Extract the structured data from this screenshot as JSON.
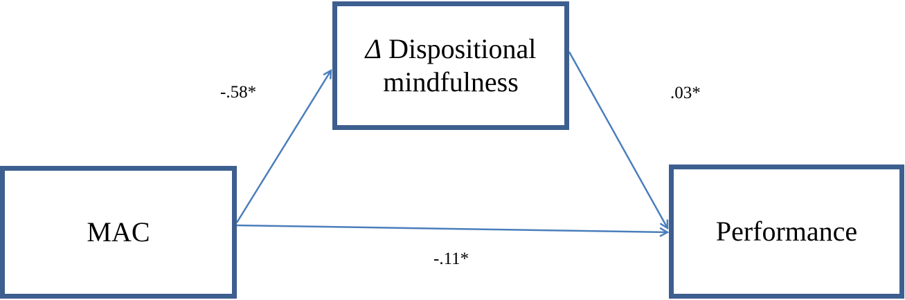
{
  "diagram": {
    "nodes": {
      "predictor": {
        "label": "MAC"
      },
      "mediator": {
        "delta_symbol": "Δ",
        "line1": "Dispositional",
        "line2": "mindfulness"
      },
      "outcome": {
        "label": "Performance"
      }
    },
    "paths": {
      "predictor_to_mediator": {
        "coefficient": "-.58*"
      },
      "mediator_to_outcome": {
        "coefficient": ".03*"
      },
      "predictor_to_outcome": {
        "coefficient": "-.11*"
      }
    },
    "colors": {
      "box_border": "#3d5f8f",
      "arrow": "#4a7ebb",
      "text": "#000000"
    }
  }
}
